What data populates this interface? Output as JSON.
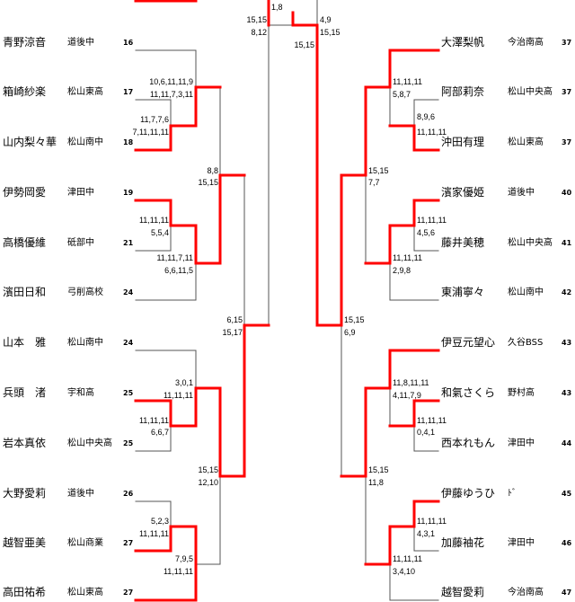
{
  "left_players": [
    {
      "name": "青野涼音",
      "school": "道後中",
      "no": "16"
    },
    {
      "name": "箱崎紗楽",
      "school": "松山東高",
      "no": "17"
    },
    {
      "name": "山内梨々華",
      "school": "松山南中",
      "no": "18"
    },
    {
      "name": "伊勢岡愛",
      "school": "津田中",
      "no": "19"
    },
    {
      "name": "高橋優維",
      "school": "砥部中",
      "no": "21"
    },
    {
      "name": "濱田日和",
      "school": "弓削高校",
      "no": "24"
    },
    {
      "name": "山本　雅",
      "school": "松山南中",
      "no": "24"
    },
    {
      "name": "兵頭　渚",
      "school": "宇和高",
      "no": "25"
    },
    {
      "name": "岩本真依",
      "school": "松山中央高",
      "no": "25"
    },
    {
      "name": "大野愛莉",
      "school": "道後中",
      "no": "26"
    },
    {
      "name": "越智亜美",
      "school": "松山商業",
      "no": "27"
    },
    {
      "name": "高田祐希",
      "school": "松山東高",
      "no": "27"
    }
  ],
  "right_players": [
    {
      "name": "大澤梨帆",
      "school": "今治南高",
      "no": "37"
    },
    {
      "name": "阿部莉奈",
      "school": "松山中央高",
      "no": "37"
    },
    {
      "name": "沖田有理",
      "school": "松山東高",
      "no": "37"
    },
    {
      "name": "濱家優姫",
      "school": "道後中",
      "no": "40"
    },
    {
      "name": "藤井美穂",
      "school": "松山中央高",
      "no": "41"
    },
    {
      "name": "東浦寧々",
      "school": "松山南中",
      "no": "42"
    },
    {
      "name": "伊豆元望心",
      "school": "久谷BSS",
      "no": "43"
    },
    {
      "name": "和氣さくら",
      "school": "野村高",
      "no": "43"
    },
    {
      "name": "西本れもん",
      "school": "津田中",
      "no": "44"
    },
    {
      "name": "伊藤ゆうひ",
      "school": "ﾄﾞ",
      "no": "45"
    },
    {
      "name": "加藤袖花",
      "school": "津田中",
      "no": "46"
    },
    {
      "name": "越智愛莉",
      "school": "今治南高",
      "no": "47"
    }
  ],
  "scores": [
    "10,6,11,11,9",
    "11,11,7,3,11",
    "11,7,7,6",
    "7,11,11,11",
    "8,8",
    "15,15",
    "11,11,11",
    "5,5,4",
    "11,11,7,11",
    "6,6,11,5",
    "6,15",
    "15,17",
    "3,0,1",
    "11,11,11",
    "11,11,11",
    "6,6,7",
    "15,15",
    "12,10",
    "5,2,3",
    "11,11,11",
    "7,9,5",
    "11,11,11",
    "1,8",
    "15,15",
    "8,12",
    "4,9",
    "15,15",
    "15,15",
    "11,11,11",
    "5,8,7",
    "8,9,6",
    "11,11,11",
    "15,15",
    "7,7",
    "11,11,11",
    "4,5,6",
    "11,11,11",
    "2,9,8",
    "15,15",
    "6,9",
    "11,8,11,11",
    "4,11,7,9",
    "11,11,11",
    "0,4,1",
    "15,15",
    "11,8",
    "11,11,11",
    "4,3,1",
    "11,11,11",
    "3,4,10"
  ],
  "colors": {
    "winner": "#ff0000",
    "line": "#555555"
  }
}
